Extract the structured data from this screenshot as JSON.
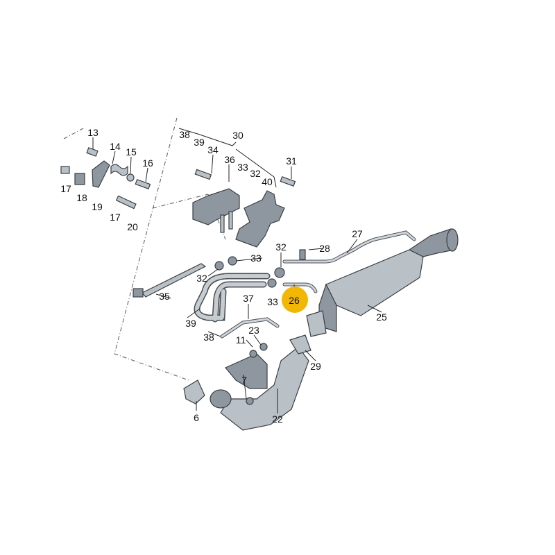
{
  "diagram": {
    "highlight_color": "#f2b705",
    "part_color": "#b9c0c6",
    "labels": [
      "13",
      "14",
      "15",
      "16",
      "17",
      "18",
      "19",
      "17",
      "20",
      "38",
      "39",
      "30",
      "34",
      "36",
      "33",
      "32",
      "40",
      "31",
      "27",
      "28",
      "32",
      "33",
      "32",
      "35",
      "39",
      "37",
      "33",
      "26",
      "25",
      "23",
      "11",
      "38",
      "29",
      "7",
      "6",
      "22"
    ],
    "highlighted_label": "26"
  }
}
